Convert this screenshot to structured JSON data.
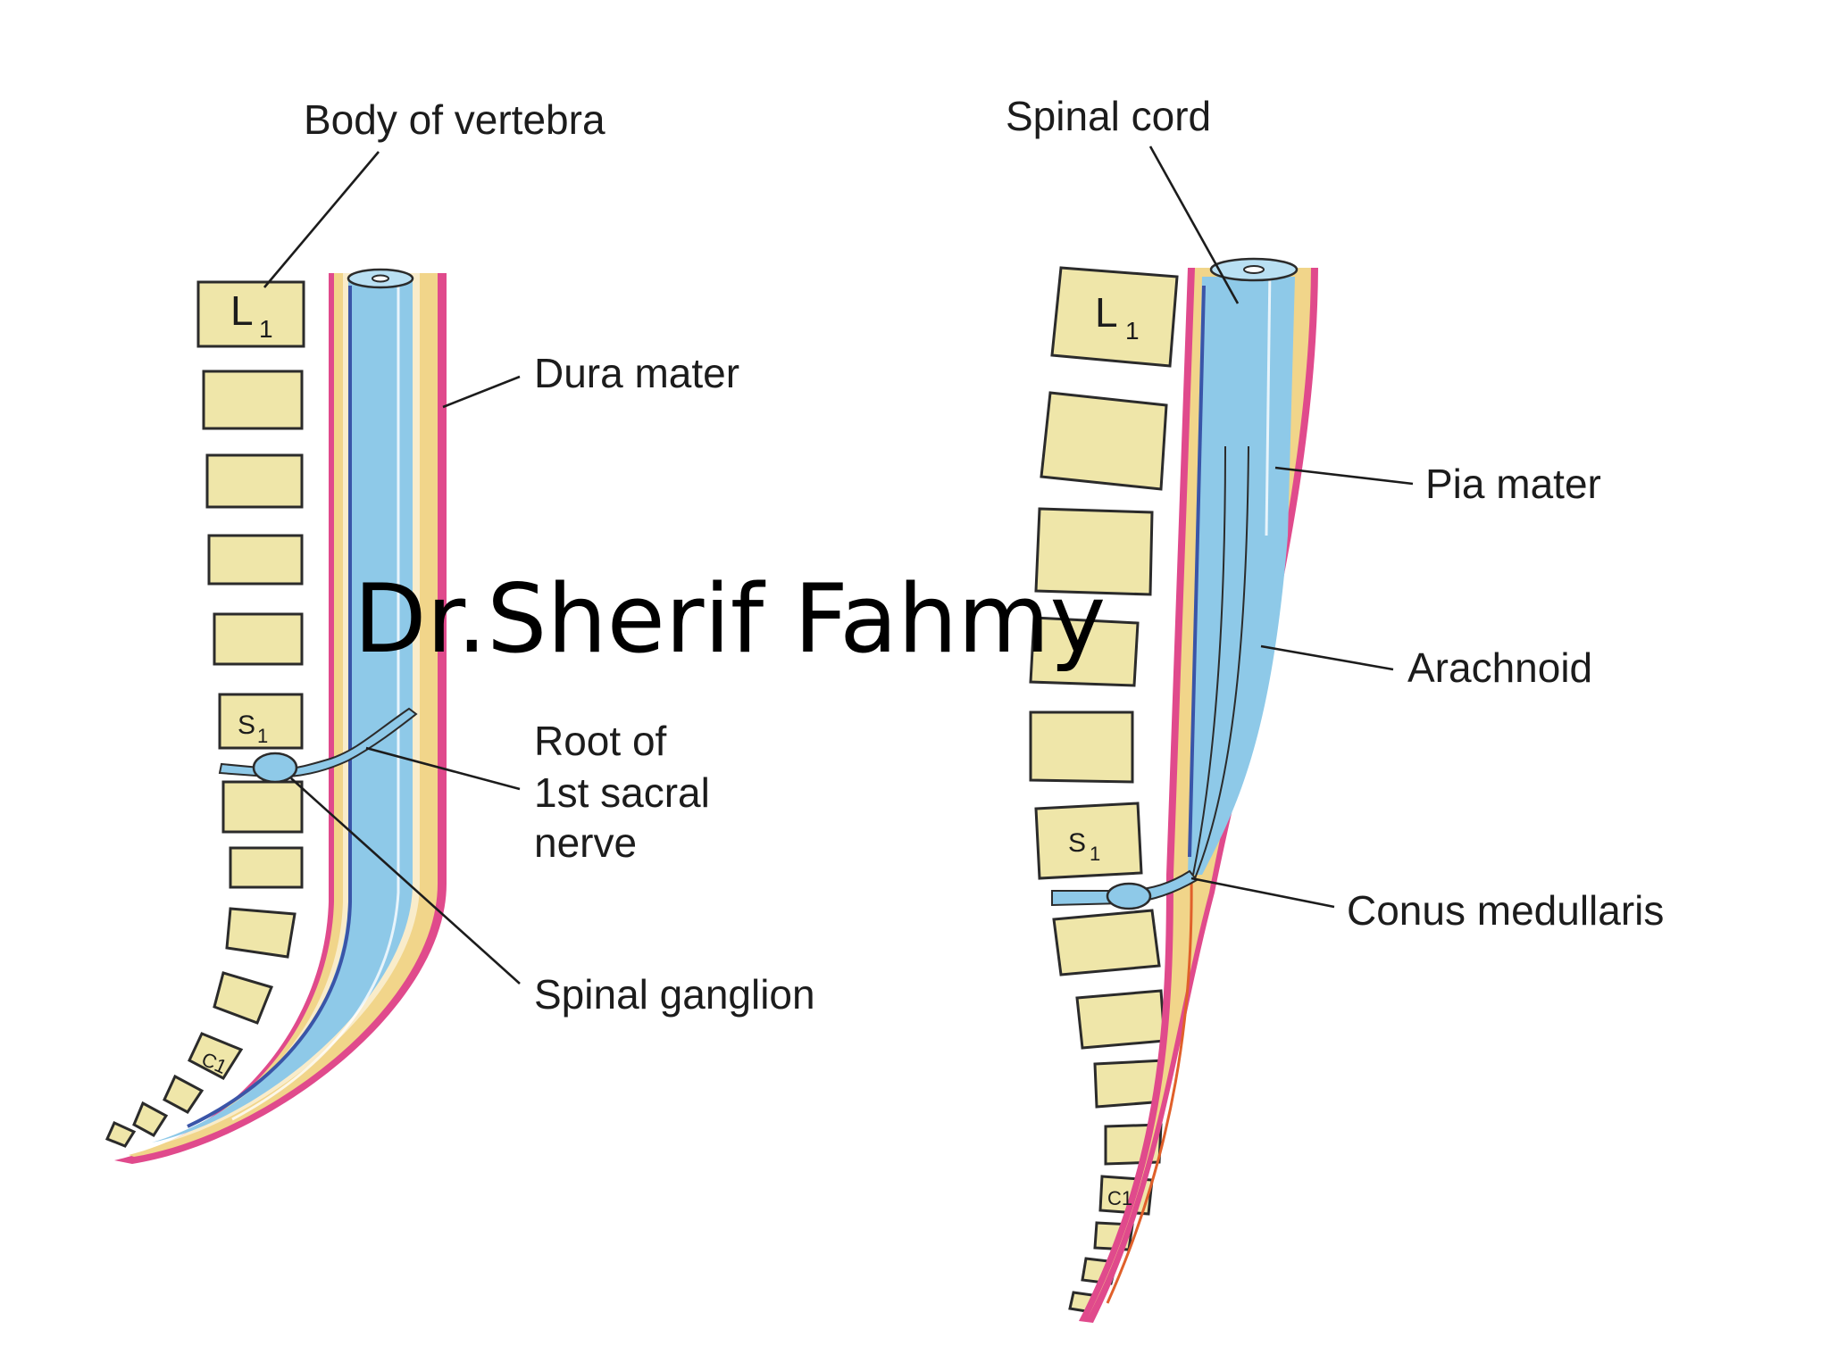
{
  "colors": {
    "spinal_cord": "#8ec9e8",
    "spinal_cord_dark": "#5aa6d6",
    "arachnoid": "#f1d58a",
    "dura": "#e04a8c",
    "vertebra": "#efe6a9",
    "leader": "#1c1c1c"
  },
  "left_panel": {
    "labels": {
      "body_of_vertebra": "Body of vertebra",
      "dura_mater": "Dura mater",
      "root_line1": "Root of",
      "root_line2": "1st sacral",
      "root_line3": "nerve",
      "spinal_ganglion": "Spinal ganglion"
    },
    "vertebra_marks": {
      "l1_letter": "L",
      "l1_sub": "1",
      "s1_letter": "S",
      "s1_sub": "1",
      "c1": "C1"
    }
  },
  "right_panel": {
    "labels": {
      "spinal_cord": "Spinal cord",
      "pia_mater": "Pia mater",
      "arachnoid": "Arachnoid",
      "conus_medullaris": "Conus medullaris"
    },
    "vertebra_marks": {
      "l1_letter": "L",
      "l1_sub": "1",
      "s1_letter": "S",
      "s1_sub": "1",
      "c1": "C1"
    }
  },
  "watermark": "Dr.Sherif Fahmy"
}
